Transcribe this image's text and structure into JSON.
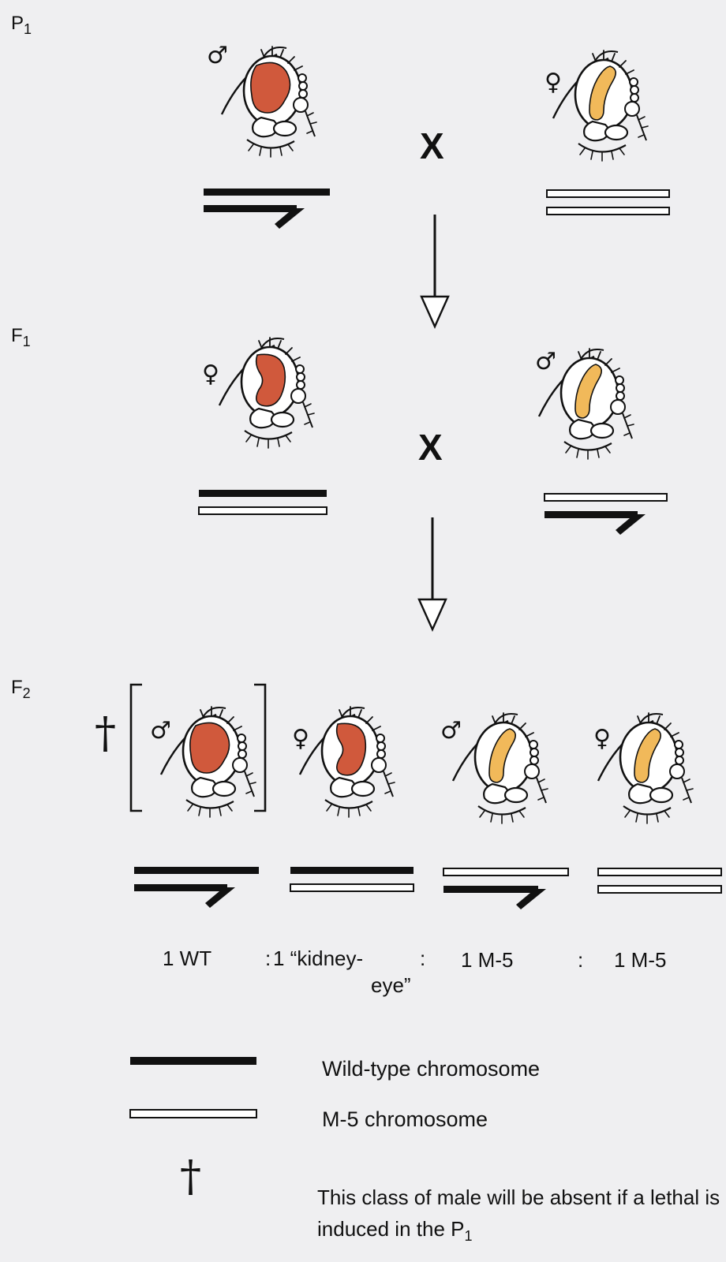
{
  "generations": {
    "p1": {
      "base": "P",
      "sub": "1"
    },
    "f1": {
      "base": "F",
      "sub": "1"
    },
    "f2": {
      "base": "F",
      "sub": "2"
    }
  },
  "symbols": {
    "male": "♂",
    "female": "♀",
    "cross": "X",
    "dagger": "†"
  },
  "ratio": {
    "wt": "1 WT",
    "sep1": ":",
    "kidney_line1": "1 “kidney-",
    "kidney_line2": "eye”",
    "sep2": ":",
    "m5a": "1 M-5",
    "sep3": ":",
    "m5b": "1 M-5"
  },
  "legend": {
    "wild": "Wild-type chromosome",
    "m5": "M-5 chromosome",
    "note": "This class of male will be absent if a lethal is induced in the P"
  },
  "colors": {
    "background": "#efeff1",
    "wild_eye": "#d0593c",
    "m5_eye": "#f1b95a",
    "ink": "#111111"
  }
}
